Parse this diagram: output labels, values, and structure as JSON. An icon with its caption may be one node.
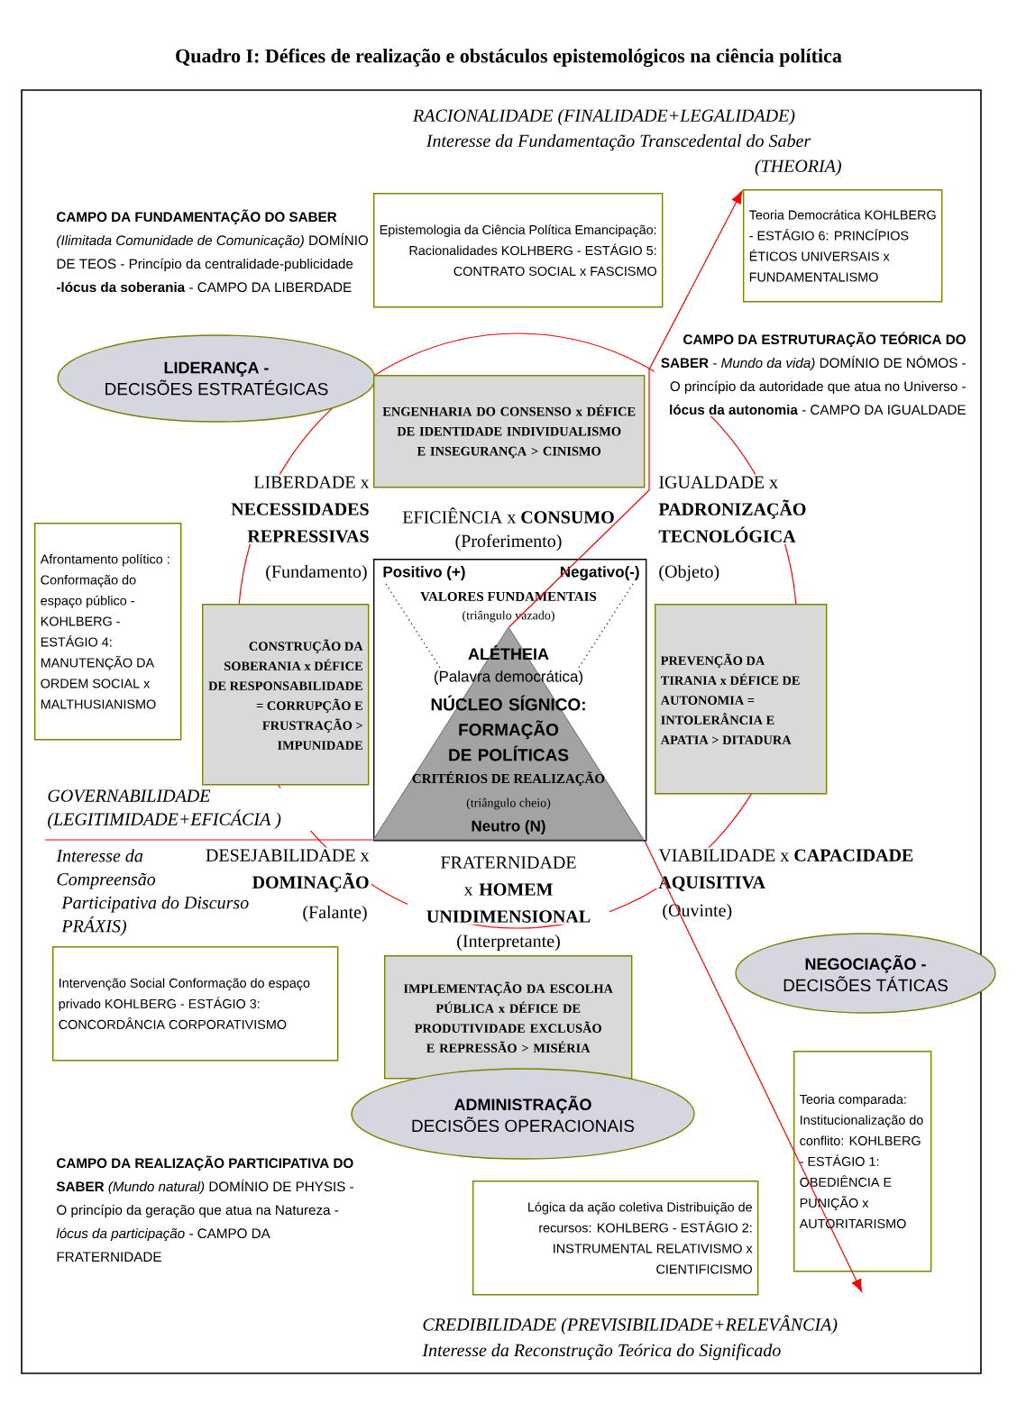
{
  "diagram": {
    "title": "Quadro I: Défices de realização e obstáculos epistemológicos na ciência política",
    "nodes": [
      {
        "text": [
          "Epistemologia da Ciência Política Emancipação: Racionalidades KOLHBERG - ESTÁGIO 5: CONTRATO SOCIAL x FASCISMO"
        ]
      },
      {
        "text": [
          "Teoria Democrática KOHLBERG - ESTÁGIO 6: PRINCÍPIOS ÉTICOS UNIVERSAIS x FUNDAMENTALISMO"
        ]
      },
      {
        "text": [
          "LIDERANÇA -",
          "DECISÕES ESTRATÉGICAS"
        ]
      },
      {
        "text": [
          "ENGENHARIA DO CONSENSO x DÉFICE DE IDENTIDADE INDIVIDUALISMO E INSEGURANÇA > CINISMO"
        ]
      },
      {
        "text": [
          "Afrontamento político : Conformação do espaço público - KOHLBERG - ESTÁGIO 4: MANUTENÇÃO DA ORDEM SOCIAL x MALTHUSIANISMO"
        ]
      },
      {
        "text": [
          "CONSTRUÇÃO DA SOBERANIA x DÉFICE DE RESPONSABILIDADE = CORRUPÇÃO E FRUSTRAÇÃO > IMPUNIDADE"
        ]
      },
      {
        "text": [
          "Positivo (+)",
          "Negativo(-)",
          "VALORES FUNDAMENTAIS",
          "(triângulo vazado)"
        ]
      },
      {
        "text": [
          "ALÉTHEIA",
          "(Palavra democrática)",
          "NÚCLEO SÍGNICO: FORMAÇÃO DE POLÍTICAS",
          "CRITÉRIOS DE REALIZAÇÃO",
          "(triângulo cheio)",
          "Neutro (N)"
        ],
        "in": 6
      },
      {
        "text": [
          "PREVENÇÃO DA TIRANIA x DÉFICE DE AUTONOMIA = INTOLERÂNCIA E APATIA > DITADURA"
        ]
      },
      {
        "text": [
          "Intervenção Social Conformação do espaço privado KOHLBERG - ESTÁGIO 3: CONCORDÂNCIA CORPORATIVISMO"
        ]
      },
      {
        "text": [
          "IMPLEMENTAÇÃO DA ESCOLHA PÚBLICA x DÉFICE DE PRODUTIVIDADE EXCLUSÃO E REPRESSÃO > MISÉRIA"
        ]
      },
      {
        "text": [
          "NEGOCIAÇÃO -",
          "DECISÕES TÁTICAS"
        ]
      },
      {
        "text": [
          "Teoria comparada: Institucionalização do conflito: KOHLBERG - ESTÁGIO 1: OBEDIÊNCIA E PUNIÇÃO x AUTORITARISMO"
        ]
      },
      {
        "text": [
          "ADMINISTRAÇÃO",
          "DECISÕES OPERACIONAIS"
        ]
      },
      {
        "text": [
          "Lógica da ação coletiva Distribuição de recursos: KOHLBERG - ESTÁGIO 2: INSTRUMENTAL RELATIVISMO x CIENTIFICISMO"
        ]
      }
    ],
    "edges": [
      {
        "from": 7,
        "to": 1,
        "arrow": "to"
      },
      {
        "from": 7,
        "to": 12,
        "arrow": "to"
      }
    ],
    "labels": [
      "RACIONALIDADE (FINALIDADE+LEGALIDADE)",
      "Interesse da Fundamentação Transcedental do Saber",
      "(THEORIA)",
      "**CAMPO DA FUNDAMENTAÇÃO DO SABER** *(Ilimitada Comunidade de Comunicação)* DOMÍNIO DE TEOS - Princípio da centralidade-publicidade **-lócus da soberania** - CAMPO DA LIBERDADE",
      "**CAMPO DA ESTRUTURAÇÃO TEÓRICA DO SABER** - *Mundo da vida)* DOMÍNIO DE NÓMOS - O princípio da autoridade que atua no Universo - **lócus da autonomia** - CAMPO DA IGUALDADE",
      "LIBERDADE x **NECESSIDADES REPRESSIVAS**",
      "EFICIÊNCIA x **CONSUMO**",
      "IGUALDADE x **PADRONIZAÇÃO TECNOLÓGICA**",
      "(Proferimento)",
      "(Fundamento)",
      "(Objeto)",
      "GOVERNABILIDADE (LEGITIMIDADE+EFICÁCIA )",
      "Interesse da Compreensão",
      "DESEJABILIDADE x **DOMINAÇÃO**",
      "FRATERNIDADE x **HOMEM UNIDIMENSIONAL**",
      "VIABILIDADE x **CAPACIDADE AQUISITIVA**",
      "Participativa do Discurso PRÁXIS)",
      "(Falante)",
      "(Ouvinte)",
      "(Interpretante)",
      "**CAMPO DA REALIZAÇÃO PARTICIPATIVA DO SABER** *(Mundo natural)* DOMÍNIO DE PHYSIS - O princípio da geração que atua na Natureza - *lócus da participação -* CAMPO DA FRATERNIDADE",
      "CREDIBILIDADE (PREVISIBILIDADE+RELEVÂNCIA)",
      "Interesse da Reconstrução Teórica do Significado"
    ]
  }
}
